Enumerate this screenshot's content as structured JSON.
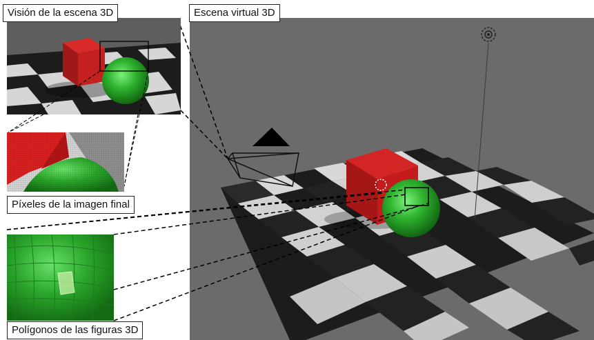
{
  "labels": {
    "scene_view": "Visión de la escena 3D",
    "virtual_scene": "Escena virtual 3D",
    "pixels": "Píxeles de la imagen final",
    "polygons": "Polígonos de las figuras 3D"
  },
  "colors": {
    "background": "#6b6b6b",
    "cube_red": "#cc1f1f",
    "sphere_green": "#2fae2f",
    "floor_dark": "#1a1a1a",
    "floor_light": "#d9d9d9"
  }
}
